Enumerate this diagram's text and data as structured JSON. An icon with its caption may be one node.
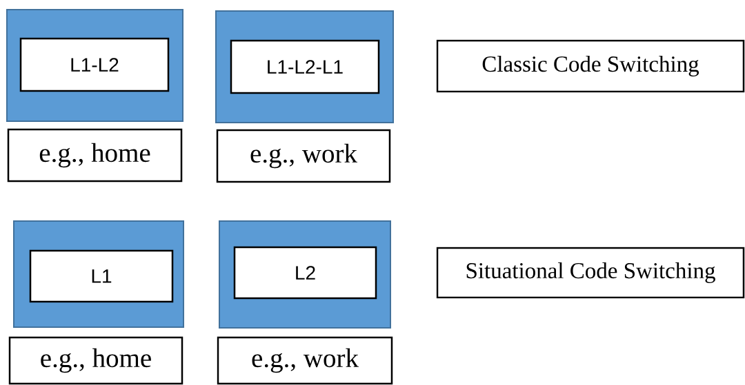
{
  "diagram": {
    "nodes": [
      {
        "text": [],
        "shape": "box"
      },
      {
        "text": [
          "L1-L2"
        ],
        "in": 0
      },
      {
        "text": [
          "e.g., home"
        ]
      },
      {
        "text": [],
        "shape": "box"
      },
      {
        "text": [
          "L1-L2-L1"
        ],
        "in": 3
      },
      {
        "text": [
          "e.g., work"
        ]
      },
      {
        "text": [
          "Classic Code Switching"
        ]
      },
      {
        "text": [],
        "shape": "box"
      },
      {
        "text": [
          "L1"
        ],
        "in": 7
      },
      {
        "text": [
          "e.g., home"
        ]
      },
      {
        "text": [],
        "shape": "box"
      },
      {
        "text": [
          "L2"
        ],
        "in": 10
      },
      {
        "text": [
          "e.g., work"
        ]
      },
      {
        "text": [
          "Situational Code Switching"
        ]
      }
    ]
  }
}
